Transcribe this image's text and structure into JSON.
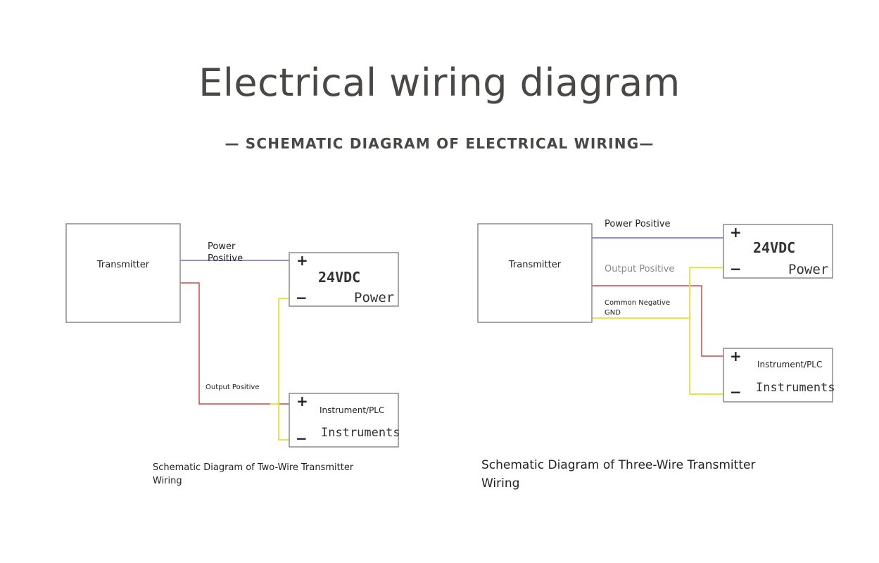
{
  "title": "Electrical wiring diagram",
  "subtitle": "— SCHEMATIC DIAGRAM OF ELECTRICAL WIRING—",
  "colors": {
    "positive_wire": "#6b6bd6",
    "output_wire": "#d04848",
    "negative_wire": "#e6e64a",
    "box_border": "#8a8a8a"
  },
  "two_wire": {
    "transmitter": "Transmitter",
    "power_positive_line1": "Power",
    "power_positive_line2": "Positive",
    "output_positive": "Output Positive",
    "power_box": {
      "plus": "+",
      "voltage": "24VDC",
      "minus": "−",
      "name": "Power"
    },
    "instrument_box": {
      "plus": "+",
      "label": "Instrument/PLC",
      "minus": "−",
      "name": "Instruments"
    },
    "caption_line1": "Schematic Diagram of Two-Wire Transmitter",
    "caption_line2": "Wiring"
  },
  "three_wire": {
    "transmitter": "Transmitter",
    "power_positive": "Power Positive",
    "output_positive": "Output Positive",
    "common_negative_line1": "Common Negative",
    "common_negative_line2": "GND",
    "power_box": {
      "plus": "+",
      "voltage": "24VDC",
      "minus": "−",
      "name": "Power"
    },
    "instrument_box": {
      "plus": "+",
      "label": "Instrument/PLC",
      "minus": "−",
      "name": "Instruments"
    },
    "caption_line1": "Schematic Diagram of Three-Wire Transmitter",
    "caption_line2": "Wiring"
  }
}
